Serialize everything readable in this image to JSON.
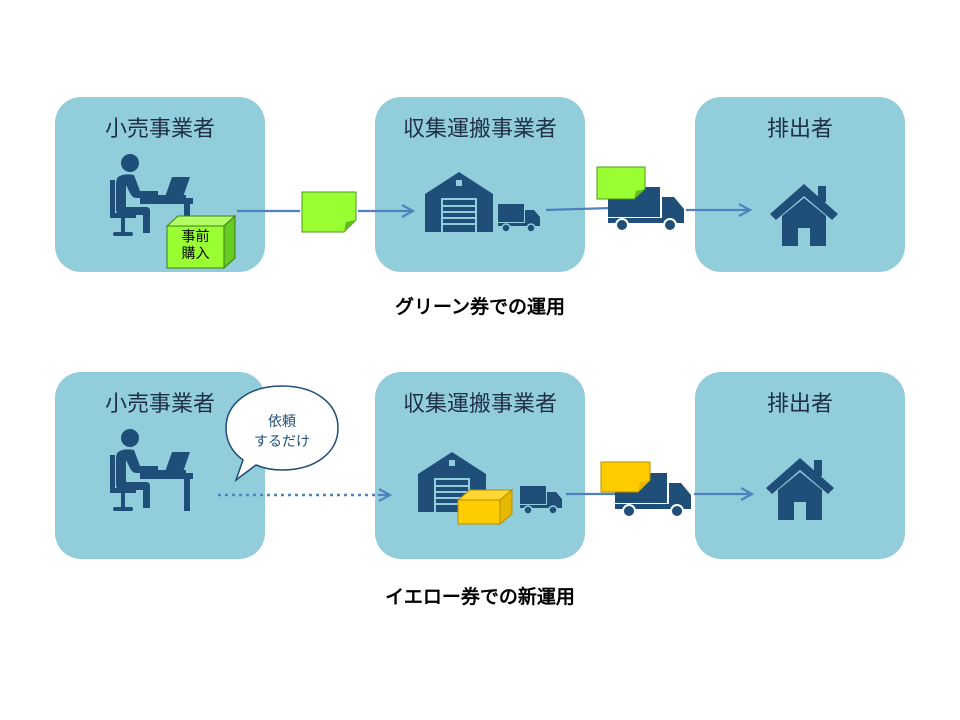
{
  "rows": [
    {
      "boxes": [
        {
          "title": "小売事業者"
        },
        {
          "title": "収集運搬事業者"
        },
        {
          "title": "排出者"
        }
      ],
      "badge_label_line1": "事前",
      "badge_label_line2": "購入",
      "caption": "グリーン券での運用",
      "ticket_color": "#99ff33"
    },
    {
      "boxes": [
        {
          "title": "小売事業者"
        },
        {
          "title": "収集運搬事業者"
        },
        {
          "title": "排出者"
        }
      ],
      "bubble_line1": "依頼",
      "bubble_line2": "するだけ",
      "caption": "イエロー券での新運用",
      "ticket_color": "#ffcc00"
    }
  ],
  "colors": {
    "box_fill": "#92cddc",
    "icon_navy": "#1f4e79",
    "arrow_blue": "#4f81bd",
    "green_ticket": "#99ff33",
    "yellow_ticket": "#ffcc00"
  }
}
